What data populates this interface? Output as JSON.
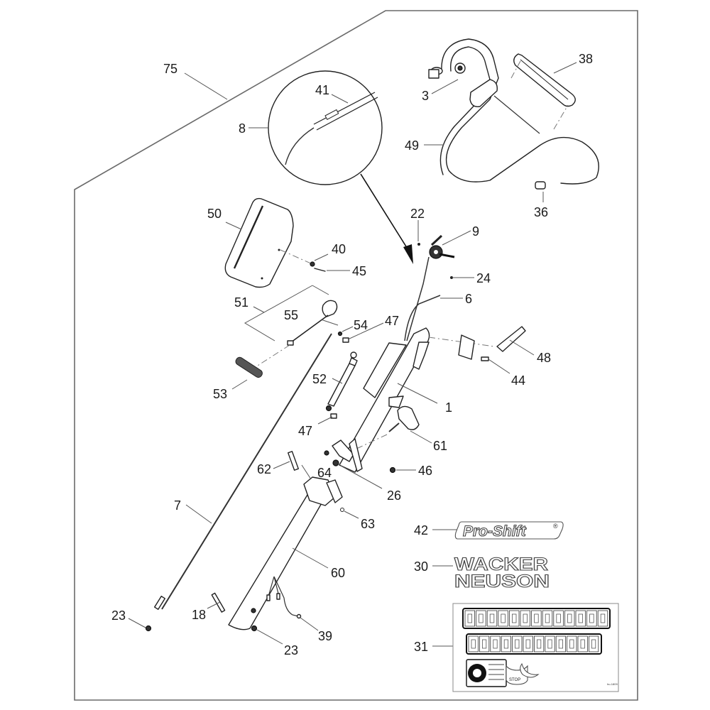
{
  "diagram": {
    "title": "Handle assembly exploded parts diagram",
    "callouts": [
      {
        "id": "75",
        "text": "75"
      },
      {
        "id": "41",
        "text": "41"
      },
      {
        "id": "8",
        "text": "8"
      },
      {
        "id": "3",
        "text": "3"
      },
      {
        "id": "38",
        "text": "38"
      },
      {
        "id": "49",
        "text": "49"
      },
      {
        "id": "36",
        "text": "36"
      },
      {
        "id": "50",
        "text": "50"
      },
      {
        "id": "40",
        "text": "40"
      },
      {
        "id": "45",
        "text": "45"
      },
      {
        "id": "22",
        "text": "22"
      },
      {
        "id": "9",
        "text": "9"
      },
      {
        "id": "24",
        "text": "24"
      },
      {
        "id": "6",
        "text": "6"
      },
      {
        "id": "51",
        "text": "51"
      },
      {
        "id": "55",
        "text": "55"
      },
      {
        "id": "54",
        "text": "54"
      },
      {
        "id": "47a",
        "text": "47"
      },
      {
        "id": "48",
        "text": "48"
      },
      {
        "id": "44",
        "text": "44"
      },
      {
        "id": "53",
        "text": "53"
      },
      {
        "id": "52",
        "text": "52"
      },
      {
        "id": "1",
        "text": "1"
      },
      {
        "id": "47b",
        "text": "47"
      },
      {
        "id": "61",
        "text": "61"
      },
      {
        "id": "62",
        "text": "62"
      },
      {
        "id": "64",
        "text": "64"
      },
      {
        "id": "46",
        "text": "46"
      },
      {
        "id": "26",
        "text": "26"
      },
      {
        "id": "7",
        "text": "7"
      },
      {
        "id": "63",
        "text": "63"
      },
      {
        "id": "42",
        "text": "42"
      },
      {
        "id": "60",
        "text": "60"
      },
      {
        "id": "30",
        "text": "30"
      },
      {
        "id": "23a",
        "text": "23"
      },
      {
        "id": "18",
        "text": "18"
      },
      {
        "id": "39",
        "text": "39"
      },
      {
        "id": "23b",
        "text": "23"
      },
      {
        "id": "31",
        "text": "31"
      }
    ],
    "logos": {
      "pro_shift": "Pro-Shift",
      "registered": "®",
      "brand_line1": "WACKER",
      "brand_line2": "NEUSON"
    },
    "decal_sheet": {
      "stop_label": "STOP",
      "sheet_code": "hu-1809"
    }
  }
}
